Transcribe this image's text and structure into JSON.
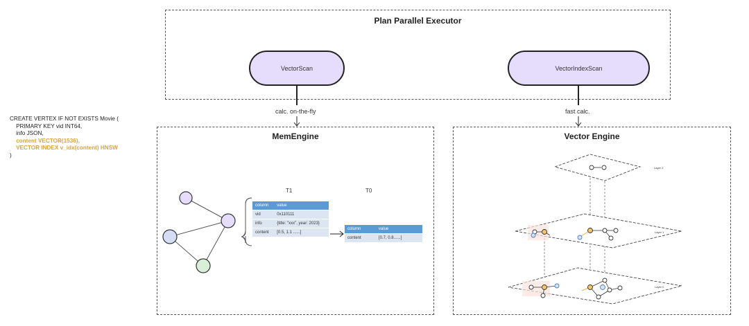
{
  "executor": {
    "title": "Plan Parallel Executor"
  },
  "operators": {
    "left": "VectorScan",
    "right": "VectorIndexScan"
  },
  "edges": {
    "left": "calc. on-the-fly",
    "right": "fast calc."
  },
  "mem_engine": {
    "title": "MemEngine",
    "t1_label": "T1",
    "t0_label": "T0",
    "t1_rows": [
      [
        "column",
        "value"
      ],
      [
        "vid",
        "0x110111"
      ],
      [
        "info",
        "{title: \"xxx\", year: 2023}"
      ],
      [
        "content",
        "[0.5, 1.1 ......]"
      ]
    ],
    "t0_rows": [
      [
        "column",
        "value"
      ],
      [
        "content",
        "[0.7, 0.8......]"
      ]
    ]
  },
  "vector_engine": {
    "title": "Vector Engine",
    "layers": [
      "Layer 2",
      "Layer 1",
      "Layer 0"
    ]
  },
  "sql": {
    "line1": "CREATE VERTEX IF NOT EXISTS Movie (",
    "line2": "    PRIMARY KEY vid INT64,",
    "line3": "    info JSON,",
    "line4": "    content VECTOR(1536),",
    "line5": "    VECTOR INDEX v_idx(content) HNSW",
    "line6": ")"
  },
  "colors": {
    "pill": "#e6dcfb",
    "table_header": "#5b9bd5",
    "table_row": "#dce6f3",
    "highlight": "#d9a441"
  }
}
